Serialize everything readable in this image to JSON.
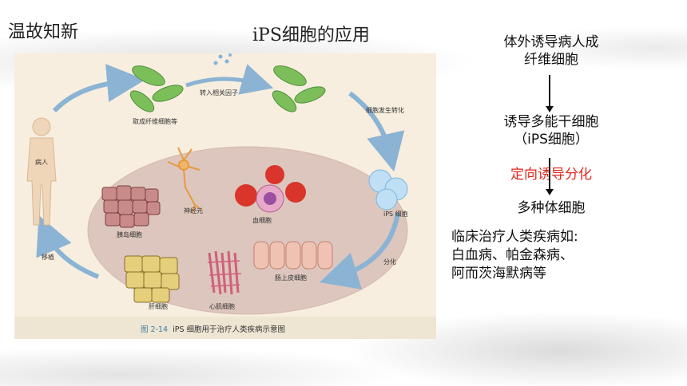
{
  "slide": {
    "label": "温故知新",
    "title": "iPS细胞的应用"
  },
  "figure": {
    "labels": {
      "patient": "病人",
      "take_cells": "取成纤维细胞等",
      "transfer_factors": "转入相关因子",
      "cell_transform": "细胞发生转化",
      "ips_cell": "iPS 细胞",
      "differentiate": "分化",
      "transplant": "移植",
      "neuron": "神经元",
      "blood_cell": "血细胞",
      "islet_cell": "胰岛细胞",
      "liver_cell": "肝细胞",
      "cardiac_cell": "心肌细胞",
      "intestinal_cell": "肠上皮细胞"
    },
    "caption_number": "图 2-14",
    "caption_text": "iPS 细胞用于治疗人类疾病示意图"
  },
  "flow": {
    "step1_line1": "体外诱导病人成",
    "step1_line2": "纤维细胞",
    "step2_line1": "诱导多能干细胞",
    "step2_line2": "（iPS细胞）",
    "step3": "定向诱导分化",
    "step4": "多种体细胞"
  },
  "diseases": {
    "line1": "临床治疗人类疾病如:",
    "line2": "白血病、帕金森病、",
    "line3": "阿而茨海默病等"
  },
  "colors": {
    "highlight_red": "#e0261b",
    "figure_bg": "#f7eedf",
    "arrow_blue": "#8bb3d4",
    "fibroblast_green": "#7cbf5a"
  }
}
